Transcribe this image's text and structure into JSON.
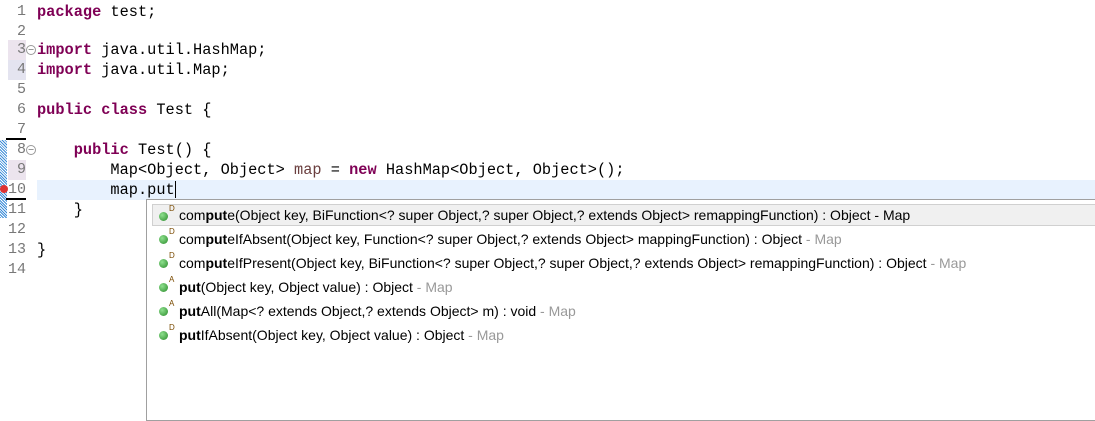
{
  "line_numbers": [
    "1",
    "2",
    "3",
    "4",
    "5",
    "6",
    "7",
    "8",
    "9",
    "10",
    "11",
    "12",
    "13",
    "14"
  ],
  "code": {
    "l1_kw": "package",
    "l1_rest": " test;",
    "l3_kw": "import",
    "l3_rest": " java.util.HashMap;",
    "l4_kw": "import",
    "l4_rest": " java.util.Map;",
    "l6_kw1": "public",
    "l6_kw2": "class",
    "l6_rest": " Test {",
    "l8_indent": "    ",
    "l8_kw": "public",
    "l8_rest": " Test() {",
    "l9_a": "        Map<Object, Object> ",
    "l9_var": "map",
    "l9_b": " = ",
    "l9_kw": "new",
    "l9_c": " HashMap<Object, Object>();",
    "l10_a": "        map.",
    "l10_b": "put",
    "l11": "    }",
    "l13": "}"
  },
  "completions": [
    {
      "pre": "com",
      "match": "put",
      "post": "e",
      "sig": "(Object key, BiFunction<? super Object,? super Object,? extends Object> remappingFunction) : Object",
      "owner": " - Map",
      "badge": "D",
      "selected": true
    },
    {
      "pre": "com",
      "match": "put",
      "post": "eIfAbsent",
      "sig": "(Object key, Function<? super Object,? extends Object> mappingFunction) : Object",
      "owner": " - Map",
      "badge": "D"
    },
    {
      "pre": "com",
      "match": "put",
      "post": "eIfPresent",
      "sig": "(Object key, BiFunction<? super Object,? super Object,? extends Object> remappingFunction) : Object",
      "owner": " - Map",
      "badge": "D"
    },
    {
      "pre": "",
      "match": "put",
      "post": "",
      "sig": "(Object key, Object value) : Object",
      "owner": " - Map",
      "badge": "A"
    },
    {
      "pre": "",
      "match": "put",
      "post": "All",
      "sig": "(Map<? extends Object,? extends Object> m) : void",
      "owner": " - Map",
      "badge": "A"
    },
    {
      "pre": "",
      "match": "put",
      "post": "IfAbsent",
      "sig": "(Object key, Object value) : Object",
      "owner": " - Map",
      "badge": "D"
    }
  ]
}
